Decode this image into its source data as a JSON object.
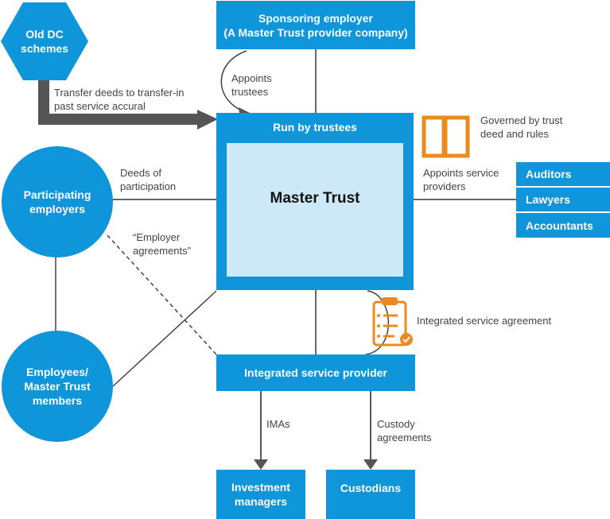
{
  "colors": {
    "node": "#0f95d9",
    "inner": "#cde9f8",
    "line": "#555555",
    "icon": "#ec8a1d"
  },
  "nodes": {
    "old_dc": "Old DC schemes",
    "sponsoring": "Sponsoring employer\n(A Master Trust provider company)",
    "run_by": "Run by trustees",
    "master_trust": "Master Trust",
    "participating": "Participating employers",
    "employees": "Employees/ Master Trust members",
    "auditors": "Auditors",
    "lawyers": "Lawyers",
    "accountants": "Accountants",
    "isp": "Integrated service provider",
    "investment": "Investment managers",
    "custodians": "Custodians"
  },
  "labels": {
    "transfer": "Transfer deeds to transfer-in past service accural",
    "appoints_trustees": "Appoints trustees",
    "governed": "Governed by trust deed and rules",
    "appoints_sp": "Appoints service providers",
    "deeds": "Deeds of participation",
    "employer_agreements": "“Employer agreements”",
    "isa": "Integrated service agreement",
    "imas": "IMAs",
    "custody": "Custody agreements"
  },
  "icons": {
    "book": "book-icon",
    "clipboard": "clipboard-check-icon"
  }
}
